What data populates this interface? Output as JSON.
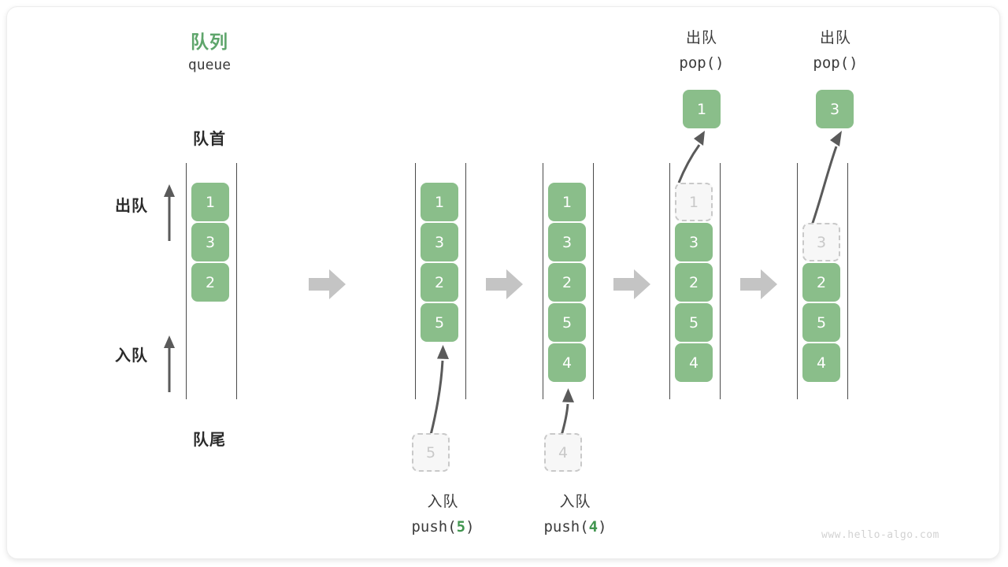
{
  "title": {
    "cn": "队列",
    "en": "queue"
  },
  "labels": {
    "front": "队首",
    "rear": "队尾",
    "dequeue": "出队",
    "enqueue": "入队"
  },
  "watermark": "www.hello-algo.com",
  "colors": {
    "accent_green": "#5EA56B",
    "cell_green": "#8ABE8A",
    "ghost_gray": "#c9c9c9",
    "step_arrow_gray": "#c4c4c4",
    "rail_dark": "#4a4a4a",
    "text_dark": "#2b2b2b"
  },
  "stages": [
    {
      "id": "initial",
      "cells": [
        "1",
        "3",
        "2"
      ],
      "caption_cn": "",
      "caption_code_prefix": "",
      "caption_code_arg": "",
      "caption_code_suffix": ""
    },
    {
      "id": "push-5",
      "cells": [
        "1",
        "3",
        "2",
        "5"
      ],
      "incoming_value": "5",
      "caption_cn": "入队",
      "caption_code_prefix": "push(",
      "caption_code_arg": "5",
      "caption_code_suffix": ")"
    },
    {
      "id": "push-4",
      "cells": [
        "1",
        "3",
        "2",
        "5",
        "4"
      ],
      "incoming_value": "4",
      "caption_cn": "入队",
      "caption_code_prefix": "push(",
      "caption_code_arg": "4",
      "caption_code_suffix": ")"
    },
    {
      "id": "pop-1",
      "cells": [
        "1",
        "3",
        "2",
        "5",
        "4"
      ],
      "removed_value": "1",
      "removed_index": 0,
      "caption_cn": "出队",
      "caption_code_prefix": "pop(",
      "caption_code_arg": "",
      "caption_code_suffix": ")"
    },
    {
      "id": "pop-3",
      "cells": [
        "3",
        "2",
        "5",
        "4"
      ],
      "removed_value": "3",
      "removed_index": 0,
      "caption_cn": "出队",
      "caption_code_prefix": "pop(",
      "caption_code_arg": "",
      "caption_code_suffix": ")"
    }
  ],
  "step_arrows_count": 4
}
